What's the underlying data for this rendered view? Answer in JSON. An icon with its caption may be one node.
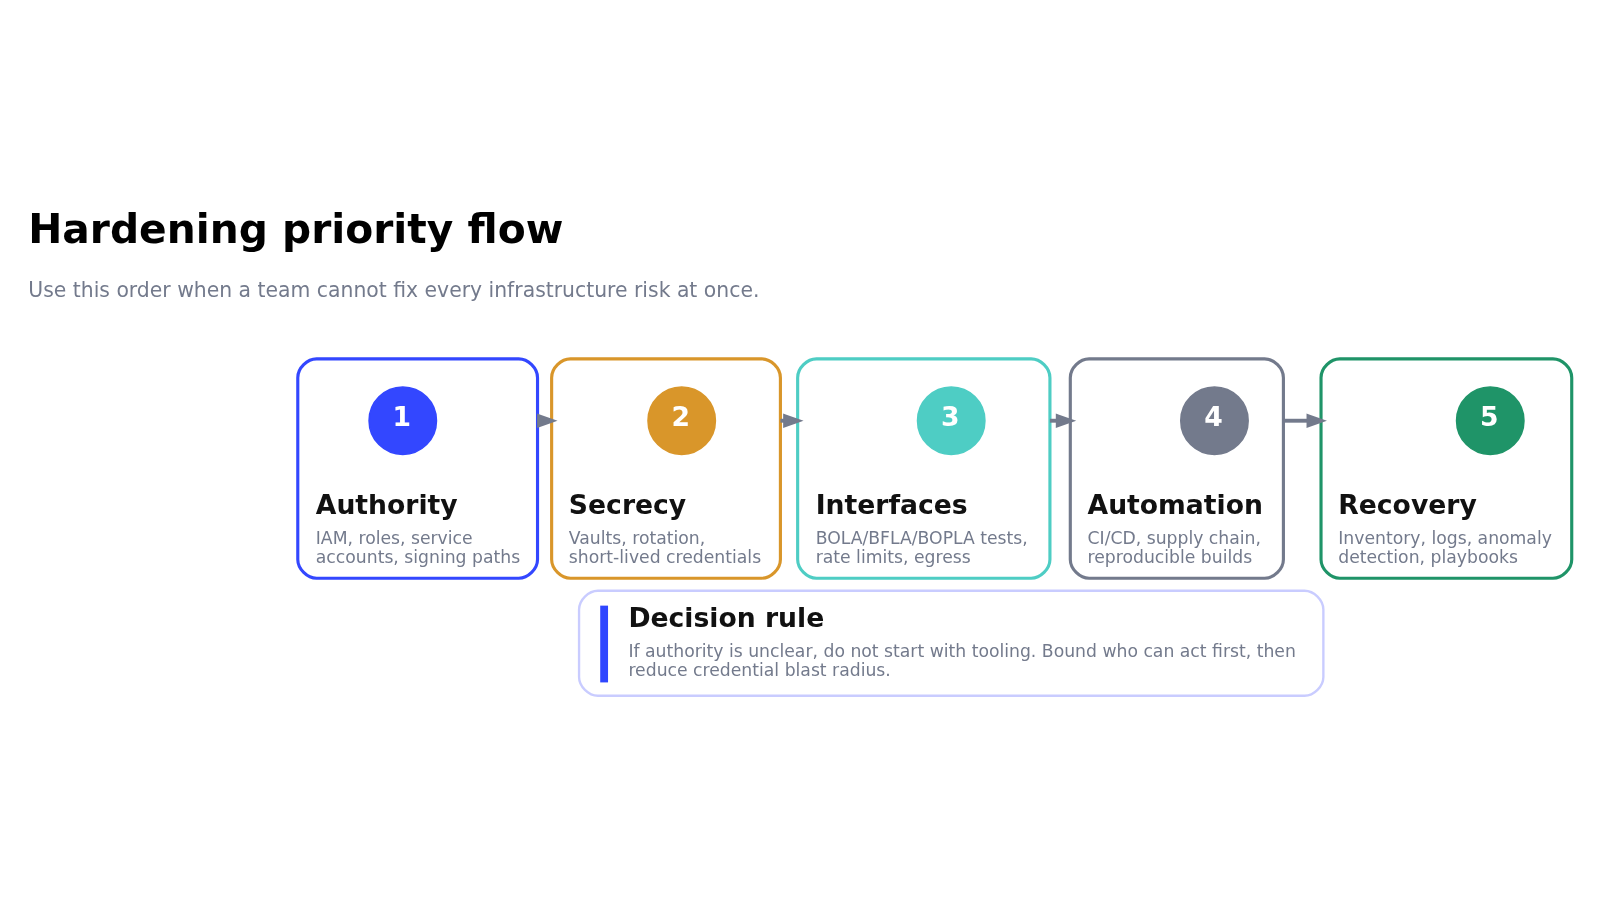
{
  "diagram": {
    "title": "Hardening priority flow",
    "nodes": [
      {
        "text": [
          "Authority",
          "IAM, roles, service accounts, signing paths"
        ]
      },
      {
        "text": [
          "1"
        ],
        "in": 0
      },
      {
        "text": [
          "Secrecy",
          "Vaults, rotation, short-lived credentials"
        ]
      },
      {
        "text": [
          "2"
        ],
        "in": 2
      },
      {
        "text": [
          "Interfaces",
          "BOLA/BFLA/BOPLA tests, rate limits, egress"
        ]
      },
      {
        "text": [
          "3"
        ],
        "in": 4
      },
      {
        "text": [
          "Automation",
          "CI/CD, supply chain, reproducible builds"
        ]
      },
      {
        "text": [
          "4"
        ],
        "in": 6
      },
      {
        "text": [
          "Recovery",
          "Inventory, logs, anomaly detection, playbooks"
        ]
      },
      {
        "text": [
          "5"
        ],
        "in": 8
      },
      {
        "text": [
          "Decision rule",
          "If authority is unclear, do not start with tooling. Bound who can act first, then reduce credential blast radius."
        ]
      }
    ],
    "edges": [
      {
        "from": 0,
        "to": 2,
        "arrow": "to"
      },
      {
        "from": 2,
        "to": 4,
        "arrow": "to"
      },
      {
        "from": 4,
        "to": 6,
        "arrow": "to"
      },
      {
        "from": 6,
        "to": 8,
        "arrow": "to"
      }
    ],
    "labels": [
      "Use this order when a team cannot fix every infrastructure risk at once."
    ]
  }
}
